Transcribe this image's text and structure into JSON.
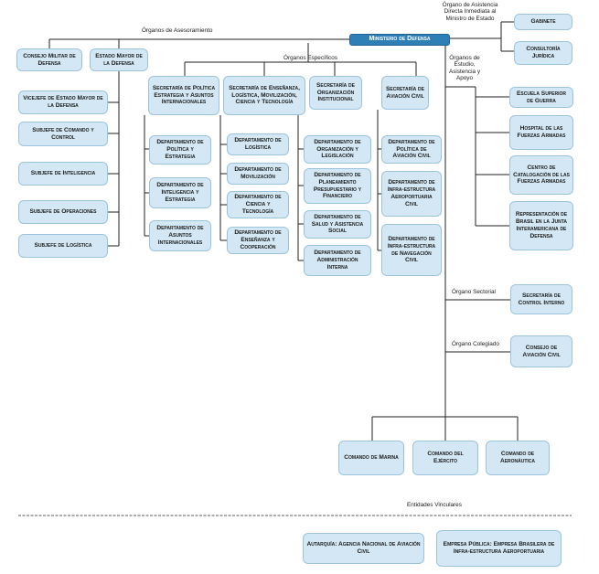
{
  "root": "Ministerio de Defensa",
  "labels": {
    "asesoramiento": "Órganos de Asesoramiento",
    "especificos": "Órganos Específicos",
    "asistencia": "Órgano de Asistencia Directa Inmediata al Ministro de Estado",
    "estudio": "Órganos de Estudio, Asistencia y Apoyo",
    "sectorial": "Órgano Sectorial",
    "colegiado": "Órgano Colegiado",
    "vinculadas": "Entidades Vinculares"
  },
  "direct": [
    "Gabinete",
    "Consultoría Jurídica"
  ],
  "advisory": [
    "Consejo Militar de Defensa",
    "Estado Mayor de la Defensa"
  ],
  "staff": [
    "Vicejefe de Estado Mayor de la Defensa",
    "Subjefe de Comando y Control",
    "Subjefe de Inteligencia",
    "Subjefe de Operaciones",
    "Subjefe de Logística"
  ],
  "secretariats": [
    {
      "name": "Secretaría de Política Estrategia y Asuntos Internacionales",
      "departments": [
        "Departamento de Política y Estrategia",
        "Departamento de Inteligencia y Estrategia",
        "Departamento de Asuntos Internacionales"
      ]
    },
    {
      "name": "Secretaría de Enseñanza, Logística, Movilización, Ciencia y Tecnología",
      "departments": [
        "Departamento de Logística",
        "Departamento de Movilización",
        "Departamento de Ciencia y Tecnología",
        "Departamento de Enseñanza y Cooperación"
      ]
    },
    {
      "name": "Secretaría de Organización Institucional",
      "departments": [
        "Departamento de Organización y Legislación",
        "Departamento de Planeamiento Presupuestario y Financiero",
        "Departamento de Salud y Asistencia Social",
        "Departamento de Administración Interna"
      ]
    },
    {
      "name": "Secretaría de Aviación Civil",
      "departments": [
        "Departamento de Política de Aviación Civil",
        "Departamento de Infra-estructura Aeroportuaria Civil",
        "Departamento de Infra-estructura de Navegación Civil"
      ]
    }
  ],
  "support": [
    "Escuela Superior de Guerra",
    "Hospital de las Fuerzas Armadas",
    "Centro de Catalogación de las Fuerzas Armadas",
    "Representación de Brasil en la Junta Interamericana de Defensa"
  ],
  "sectorial_unit": "Secretaría de Control Interno",
  "collegiate_unit": "Consejo de Aviación Civil",
  "commands": [
    "Comando de Marina",
    "Comando del Ejército",
    "Comando de Aeronáutica"
  ],
  "entities": [
    "Autarquía: Agencia Nacional de Aviación Civil",
    "Empresa Pública: Empresa Brasilera de Infra-estructura Aeroportuaria"
  ]
}
